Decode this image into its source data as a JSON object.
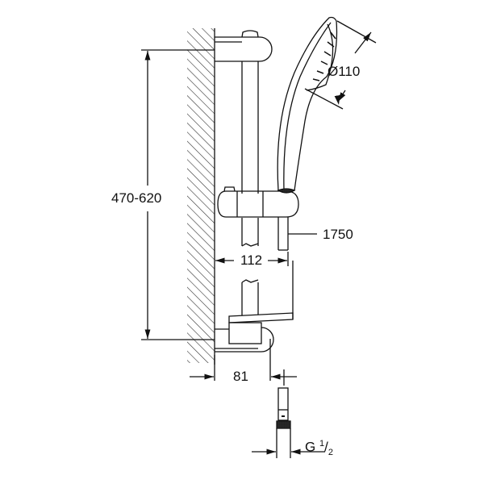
{
  "dimensions": {
    "height_range": "470-620",
    "head_diameter": "Ø110",
    "hose_length": "1750",
    "rail_projection": "112",
    "bracket_projection": "81",
    "thread": {
      "letter": "G",
      "num": "1",
      "den": "2"
    }
  },
  "colors": {
    "line": "#111111",
    "background": "#ffffff"
  }
}
